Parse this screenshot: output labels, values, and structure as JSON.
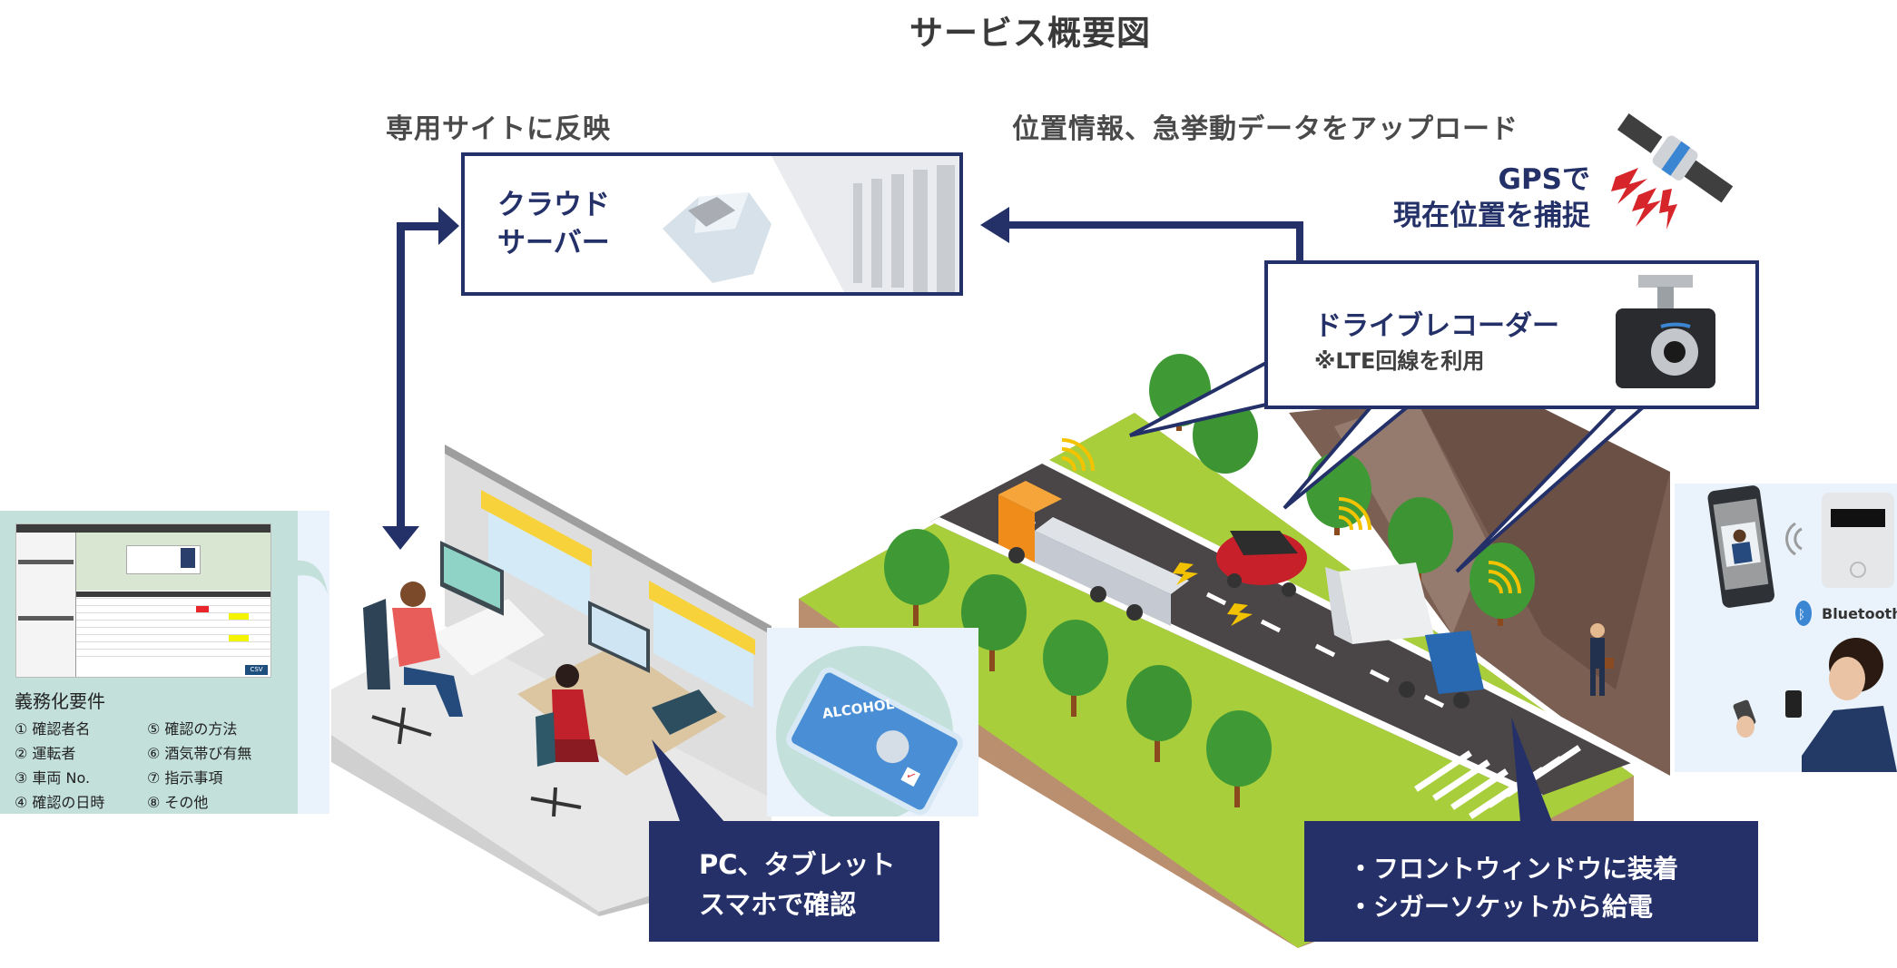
{
  "title": "サービス概要図",
  "captions": {
    "reflect_site": "専用サイトに反映",
    "upload_data": "位置情報、急挙動データをアップロード"
  },
  "cloud_server": {
    "line1": "クラウド",
    "line2": "サーバー"
  },
  "gps": {
    "line1": "GPSで",
    "line2": "現在位置を捕捉"
  },
  "drive_recorder": {
    "title": "ドライブレコーダー",
    "note": "※LTE回線を利用"
  },
  "requirements": {
    "title": "義務化要件",
    "items": [
      "① 確認者名",
      "② 運転者",
      "③ 車両 No.",
      "④ 確認の日時",
      "⑤ 確認の方法",
      "⑥ 酒気帯び有無",
      "⑦ 指示事項",
      "⑧ その他"
    ],
    "dashboard_csv_button": "CSV"
  },
  "pc_callout": {
    "line1": "PC、タブレット",
    "line2": "スマホで確認"
  },
  "phone_app_label": "ALCOHOL",
  "bluetooth_label": "Bluetooth",
  "install_callout": {
    "line1": "・フロントウィンドウに装着",
    "line2": "・シガーソケットから給電"
  },
  "colors": {
    "navy": "#243169",
    "panel_teal": "#c3e0da",
    "panel_light": "#eaf2fb",
    "grass": "#a6cf3a",
    "road": "#4a4546",
    "signal_red": "#d7262b",
    "signal_yellow": "#f4c300"
  }
}
